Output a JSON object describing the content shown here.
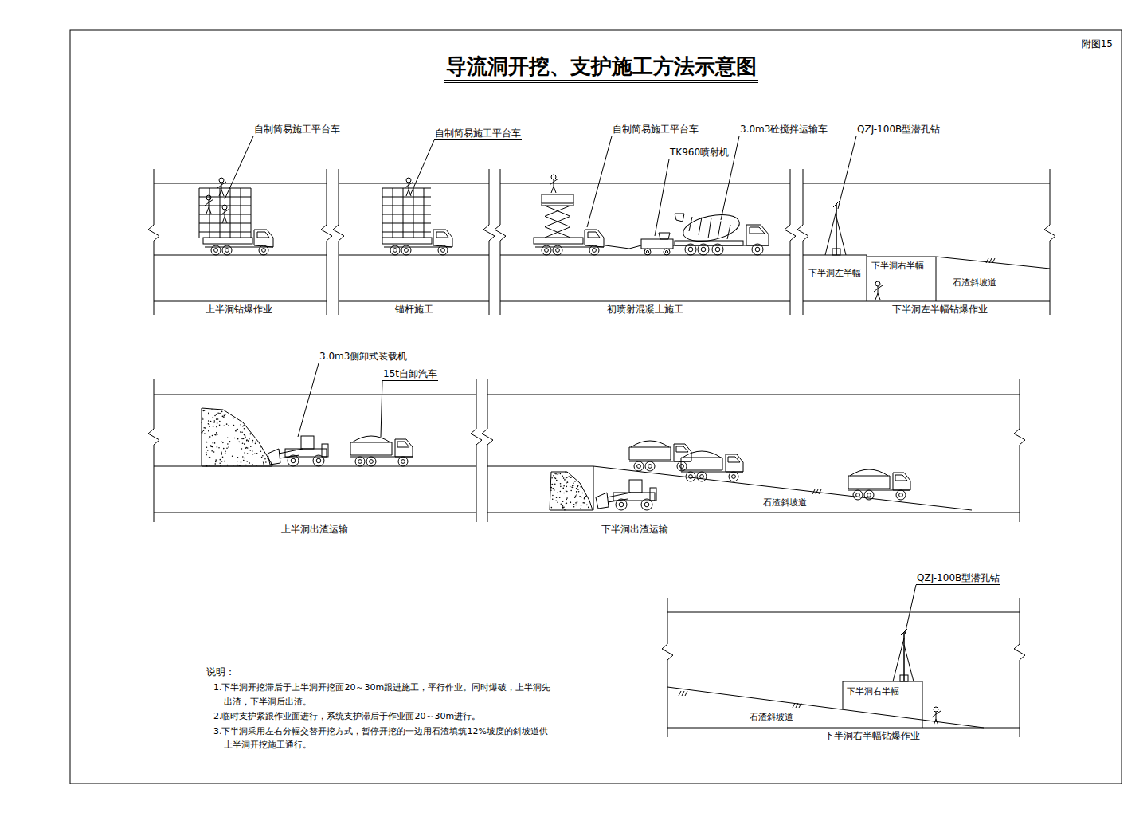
{
  "diagram": {
    "title": "导流洞开挖、支护施工方法示意图",
    "labels": [
      "附图15",
      "自制简易施工平台车",
      "自制简易施工平台车",
      "自制简易施工平台车",
      "3.0m3砼搅拌运输车",
      "QZJ-100B型潜孔钻",
      "TK960喷射机",
      "下半洞右半幅",
      "下半洞左半幅",
      "石渣斜坡道",
      "上半洞钻爆作业",
      "锚杆施工",
      "初喷射混凝土施工",
      "下半洞左半幅钻爆作业",
      "3.0m3侧卸式装载机",
      "15t自卸汽车",
      "石渣斜坡道",
      "上半洞出渣运输",
      "下半洞出渣运输",
      "QZJ-100B型潜孔钻",
      "说明：",
      "1.下半洞开挖滞后于上半洞开挖面20～30m跟进施工，平行作业。同时爆破，上半洞先出渣，下半洞后出渣。",
      "2.临时支护紧跟作业面进行，系统支护滞后于作业面20～30m进行。",
      "3.下半洞采用左右分幅交替开挖方式，暂停开挖的一边用石渣填筑12%坡度的斜坡道供上半洞开挖施工通行。",
      "下半洞右半幅",
      "石渣斜坡道",
      "下半洞右半幅钻爆作业"
    ]
  }
}
